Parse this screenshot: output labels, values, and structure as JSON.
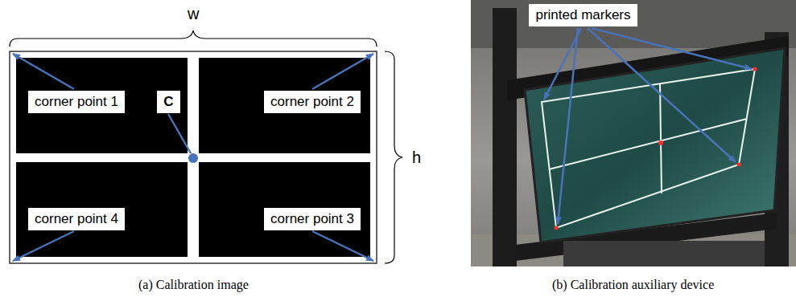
{
  "diagram": {
    "nodes": [
      {
        "text": [
          "corner point 1"
        ]
      },
      {
        "text": [
          "C"
        ]
      },
      {
        "text": [
          "corner point 2"
        ]
      },
      {
        "text": [
          "corner point 4"
        ]
      },
      {
        "text": [
          "corner point 3"
        ]
      },
      {
        "text": [
          "printed markers"
        ]
      }
    ],
    "labels": [
      "w",
      "h",
      "(a) Calibration image",
      "(b) Calibration auxiliary device"
    ]
  }
}
